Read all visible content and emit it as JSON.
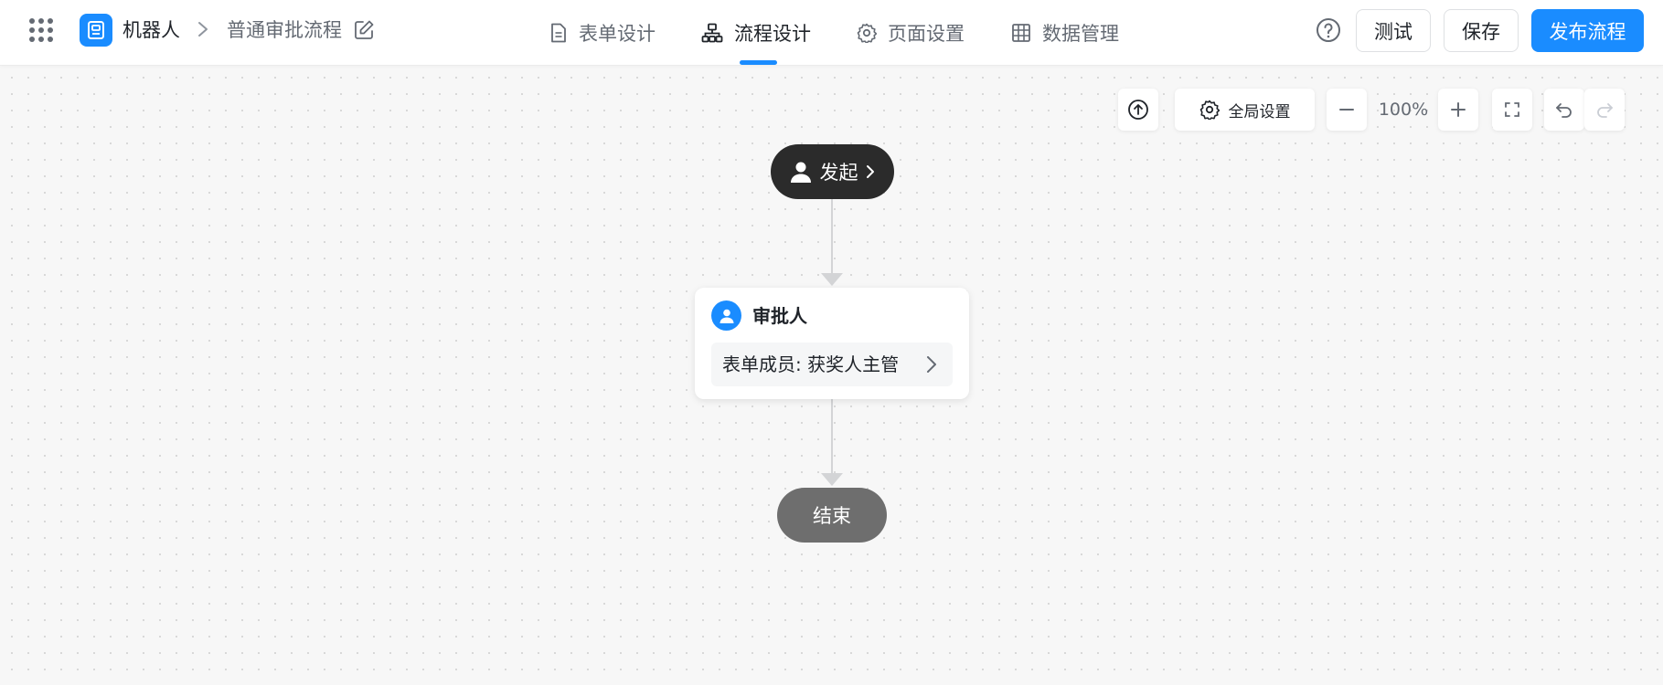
{
  "colors": {
    "accent": "#1a8cff",
    "start_node": "#2b2b2b",
    "end_node": "#6e6e6e",
    "approver_icon": "#1a8cff"
  },
  "header": {
    "breadcrumb": {
      "root": "机器人",
      "current": "普通审批流程"
    },
    "tabs": [
      {
        "label": "表单设计",
        "icon": "document-icon",
        "active": false
      },
      {
        "label": "流程设计",
        "icon": "flowchart-icon",
        "active": true
      },
      {
        "label": "页面设置",
        "icon": "gear-icon",
        "active": false
      },
      {
        "label": "数据管理",
        "icon": "table-grid-icon",
        "active": false
      }
    ],
    "actions": {
      "test_label": "测试",
      "save_label": "保存",
      "publish_label": "发布流程"
    }
  },
  "toolbar": {
    "global_settings_label": "全局设置",
    "zoom": "100%"
  },
  "flow": {
    "start_label": "发起",
    "approver": {
      "title": "审批人",
      "detail": "表单成员: 获奖人主管"
    },
    "end_label": "结束"
  }
}
